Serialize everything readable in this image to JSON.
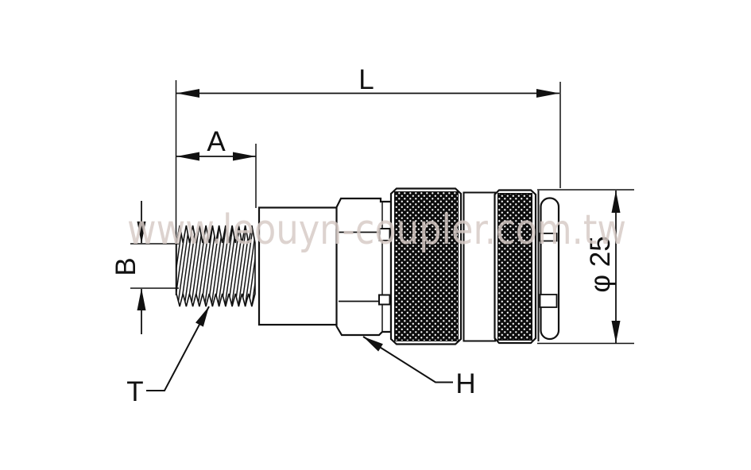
{
  "drawing": {
    "title": "quick-coupler-technical-drawing",
    "dimensions": {
      "overall_length_label": "L",
      "thread_length_label": "A",
      "thread_minor_dia_label": "B",
      "thread_leader_label": "T",
      "hex_leader_label": "H",
      "outer_diameter_label": "φ 25"
    },
    "watermark": {
      "text": "www.leouyn-coupler.com.tw",
      "color": "#d7cbc7"
    },
    "colors": {
      "line": "#111111",
      "background": "#ffffff"
    }
  }
}
